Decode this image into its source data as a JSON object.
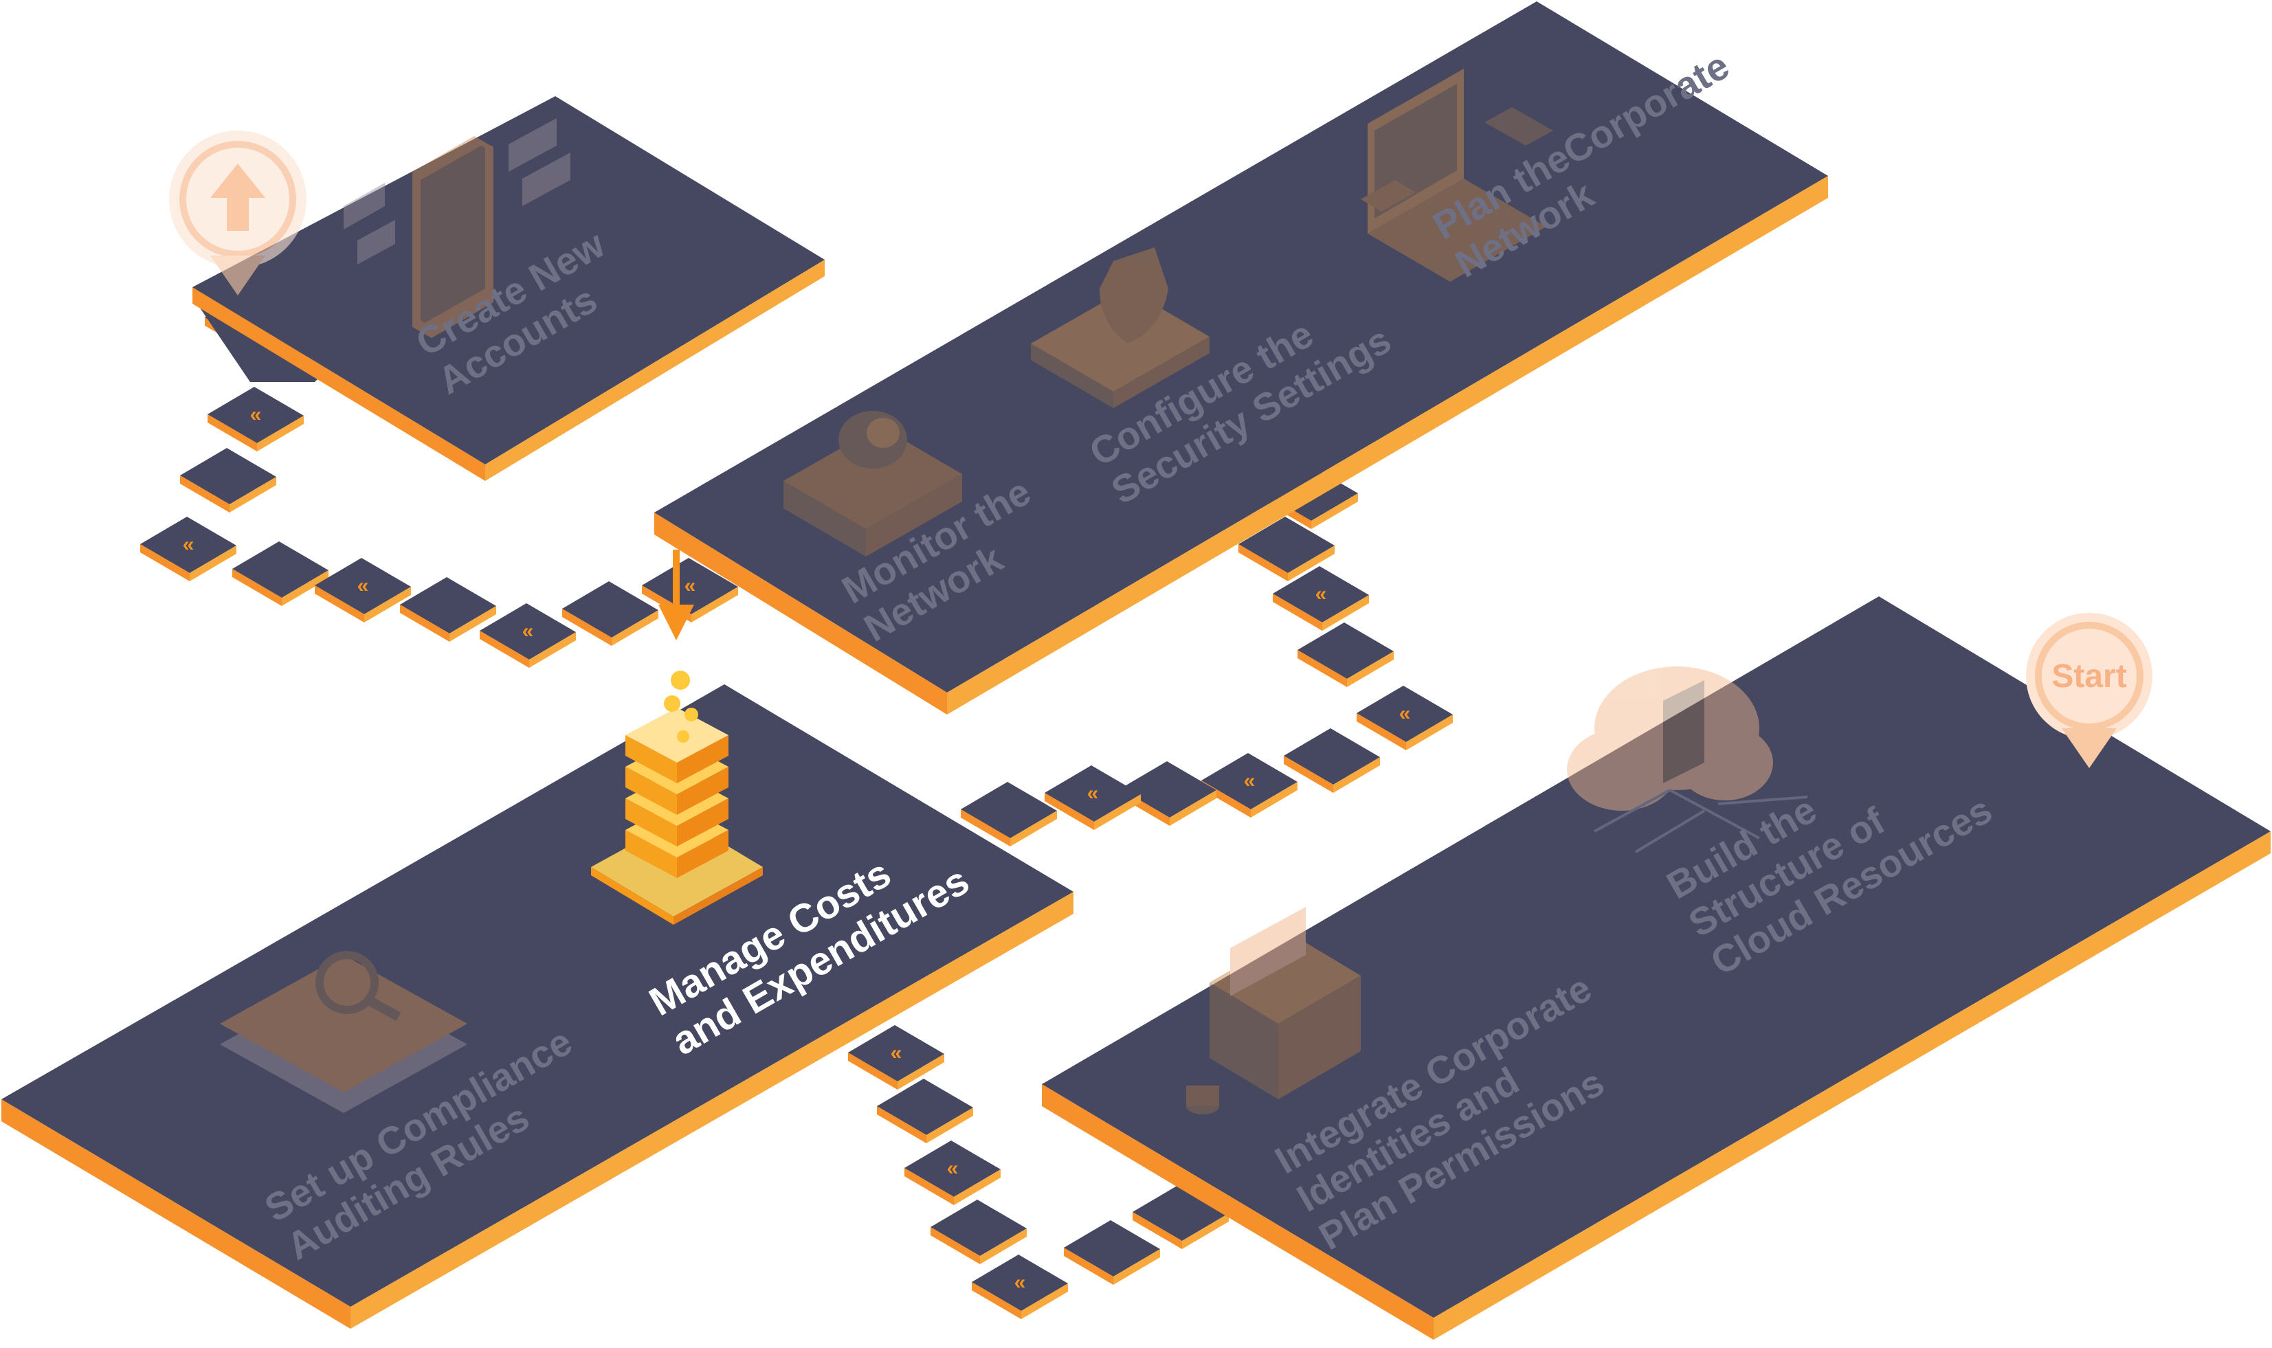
{
  "start_marker": {
    "label": "Start"
  },
  "steps": [
    {
      "id": "build",
      "lines": [
        "Build the",
        "Structure of",
        "Cloud Resources"
      ],
      "active": false
    },
    {
      "id": "integrate",
      "lines": [
        "Integrate Corporate",
        "Identities and",
        "Plan Permissions"
      ],
      "active": false
    },
    {
      "id": "plan-network",
      "lines": [
        "Plan theCorporate",
        "Network"
      ],
      "active": false
    },
    {
      "id": "configure",
      "lines": [
        "Configure the",
        "Security Settings"
      ],
      "active": false
    },
    {
      "id": "monitor",
      "lines": [
        "Monitor the",
        "Network"
      ],
      "active": false
    },
    {
      "id": "create-accounts",
      "lines": [
        "Create New",
        "Accounts"
      ],
      "active": false
    },
    {
      "id": "manage-costs",
      "lines": [
        "Manage Costs",
        "and Expenditures"
      ],
      "active": true
    },
    {
      "id": "compliance",
      "lines": [
        "Set up Compliance",
        "Auditing Rules"
      ],
      "active": false
    }
  ],
  "colors": {
    "platform_top": "#454860",
    "platform_edge": "#f28a2a",
    "accent": "#f7921e",
    "faded_text": "#6e7085",
    "active_text": "#ffffff",
    "marker": "#f9c9a4"
  }
}
